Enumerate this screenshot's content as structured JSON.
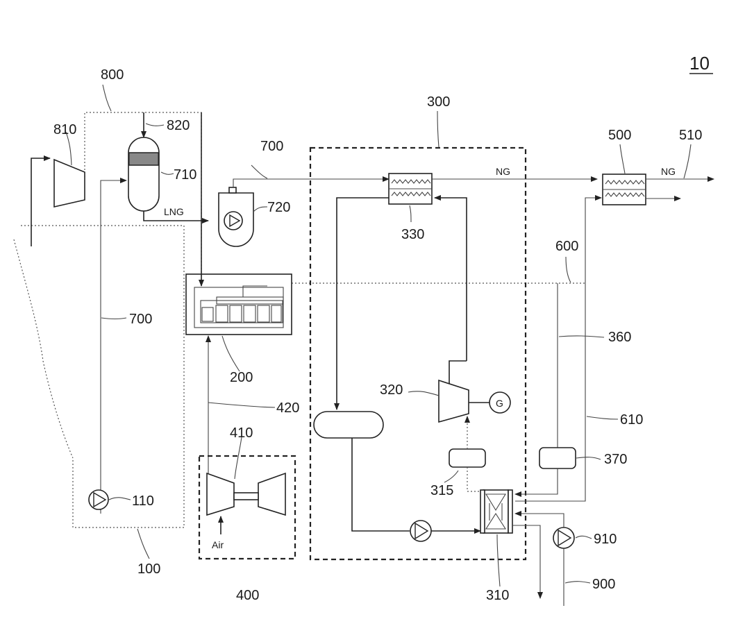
{
  "figure_number": "10",
  "refs": {
    "r100": "100",
    "r110": "110",
    "r200": "200",
    "r300": "300",
    "r310": "310",
    "r315": "315",
    "r320": "320",
    "r330": "330",
    "r360": "360",
    "r370": "370",
    "r400": "400",
    "r410": "410",
    "r420": "420",
    "r500": "500",
    "r510": "510",
    "r600": "600",
    "r610": "610",
    "r700_left": "700",
    "r700_top": "700",
    "r710": "710",
    "r720": "720",
    "r800": "800",
    "r810": "810",
    "r820": "820",
    "r900": "900",
    "r910": "910"
  },
  "labels": {
    "lng": "LNG",
    "ng_330": "NG",
    "ng_500": "NG",
    "air": "Air",
    "generator": "G"
  }
}
